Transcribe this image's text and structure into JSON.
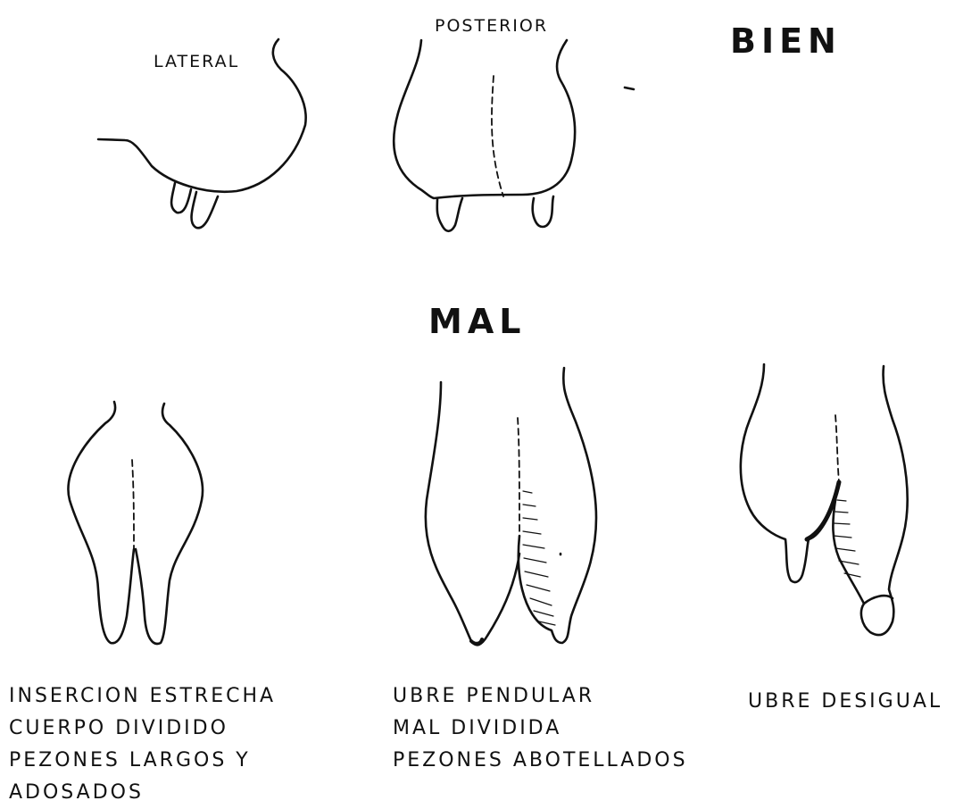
{
  "header": {
    "good_label": "BIEN",
    "bad_label": "MAL"
  },
  "good_views": {
    "lateral_label": "LATERAL",
    "posterior_label": "POSTERIOR"
  },
  "bad_examples": [
    {
      "lines": [
        "INSERCION ESTRECHA",
        "CUERPO DIVIDIDO",
        "PEZONES LARGOS Y",
        "ADOSADOS"
      ]
    },
    {
      "lines": [
        "UBRE PENDULAR",
        "MAL DIVIDIDA",
        "PEZONES ABOTELLADOS"
      ]
    },
    {
      "lines": [
        "UBRE DESIGUAL"
      ]
    }
  ]
}
